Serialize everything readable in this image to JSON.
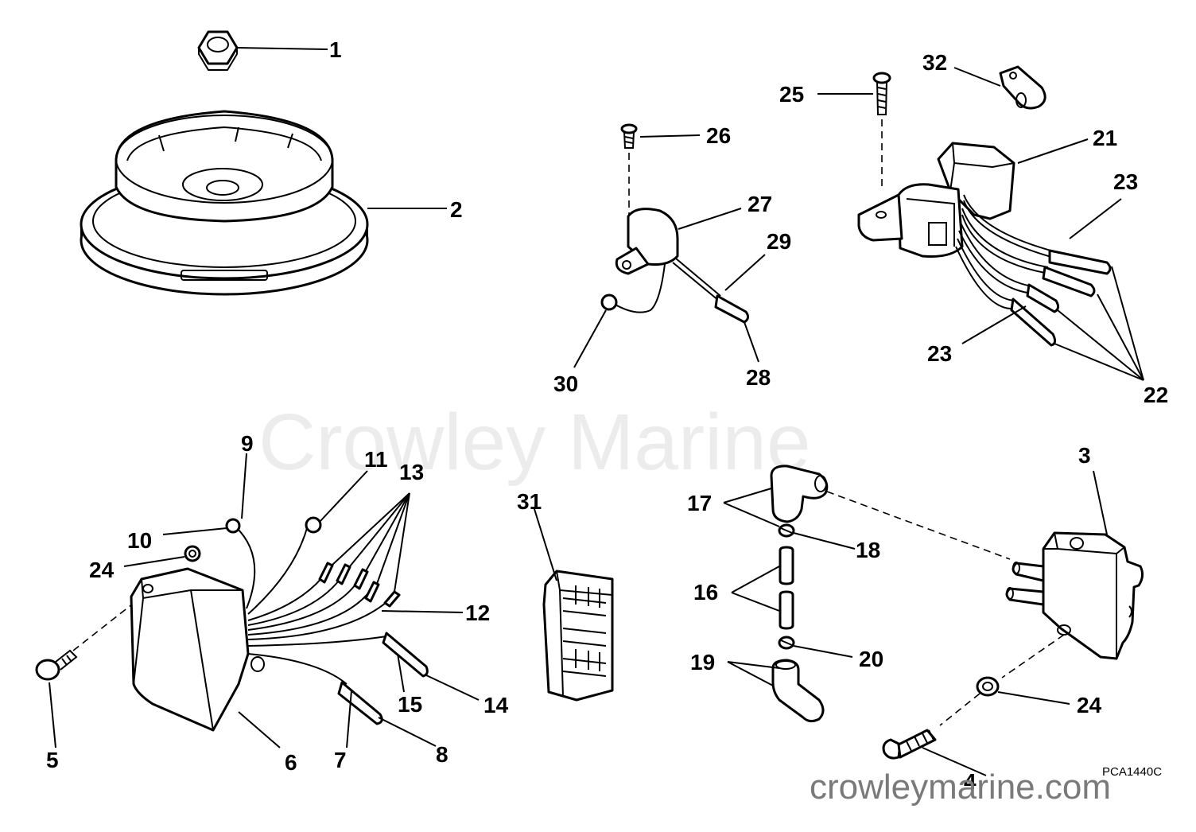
{
  "watermark": "Crowley Marine",
  "site_mark": "crowleymarine.com",
  "diagram_code": "PCA1440C",
  "callouts": {
    "c1": "1",
    "c2": "2",
    "c3": "3",
    "c4": "4",
    "c5": "5",
    "c6": "6",
    "c7": "7",
    "c8": "8",
    "c9": "9",
    "c10": "10",
    "c11": "11",
    "c12": "12",
    "c13": "13",
    "c14": "14",
    "c15": "15",
    "c16": "16",
    "c17": "17",
    "c18": "18",
    "c19": "19",
    "c20": "20",
    "c21": "21",
    "c22": "22",
    "c23a": "23",
    "c23b": "23",
    "c24a": "24",
    "c24b": "24",
    "c25": "25",
    "c26": "26",
    "c27": "27",
    "c28": "28",
    "c29": "29",
    "c30": "30",
    "c31": "31",
    "c32": "32"
  }
}
